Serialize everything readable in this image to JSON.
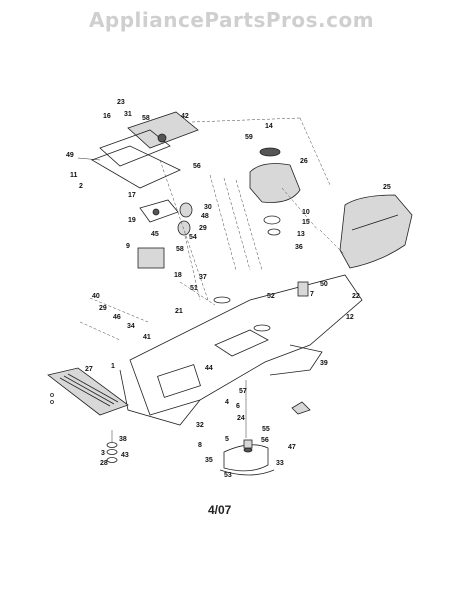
{
  "watermark": "AppliancePartsPros.com",
  "footer_date": "4/07",
  "callouts": [
    {
      "label": "23"
    },
    {
      "label": "16"
    },
    {
      "label": "31"
    },
    {
      "label": "58"
    },
    {
      "label": "42"
    },
    {
      "label": "14"
    },
    {
      "label": "59"
    },
    {
      "label": "26"
    },
    {
      "label": "25"
    },
    {
      "label": "49"
    },
    {
      "label": "11"
    },
    {
      "label": "2"
    },
    {
      "label": "56"
    },
    {
      "label": "17"
    },
    {
      "label": "30"
    },
    {
      "label": "48"
    },
    {
      "label": "10"
    },
    {
      "label": "15"
    },
    {
      "label": "29"
    },
    {
      "label": "54"
    },
    {
      "label": "19"
    },
    {
      "label": "45"
    },
    {
      "label": "13"
    },
    {
      "label": "9"
    },
    {
      "label": "58"
    },
    {
      "label": "36"
    },
    {
      "label": "18"
    },
    {
      "label": "37"
    },
    {
      "label": "51"
    },
    {
      "label": "50"
    },
    {
      "label": "7"
    },
    {
      "label": "52"
    },
    {
      "label": "22"
    },
    {
      "label": "40"
    },
    {
      "label": "29"
    },
    {
      "label": "46"
    },
    {
      "label": "34"
    },
    {
      "label": "21"
    },
    {
      "label": "12"
    },
    {
      "label": "41"
    },
    {
      "label": "39"
    },
    {
      "label": "27"
    },
    {
      "label": "1"
    },
    {
      "label": "44"
    },
    {
      "label": "57"
    },
    {
      "label": "4"
    },
    {
      "label": "6"
    },
    {
      "label": "24"
    },
    {
      "label": "32"
    },
    {
      "label": "38"
    },
    {
      "label": "55"
    },
    {
      "label": "5"
    },
    {
      "label": "56"
    },
    {
      "label": "8"
    },
    {
      "label": "47"
    },
    {
      "label": "3"
    },
    {
      "label": "43"
    },
    {
      "label": "35"
    },
    {
      "label": "33"
    },
    {
      "label": "28"
    },
    {
      "label": "53"
    }
  ]
}
